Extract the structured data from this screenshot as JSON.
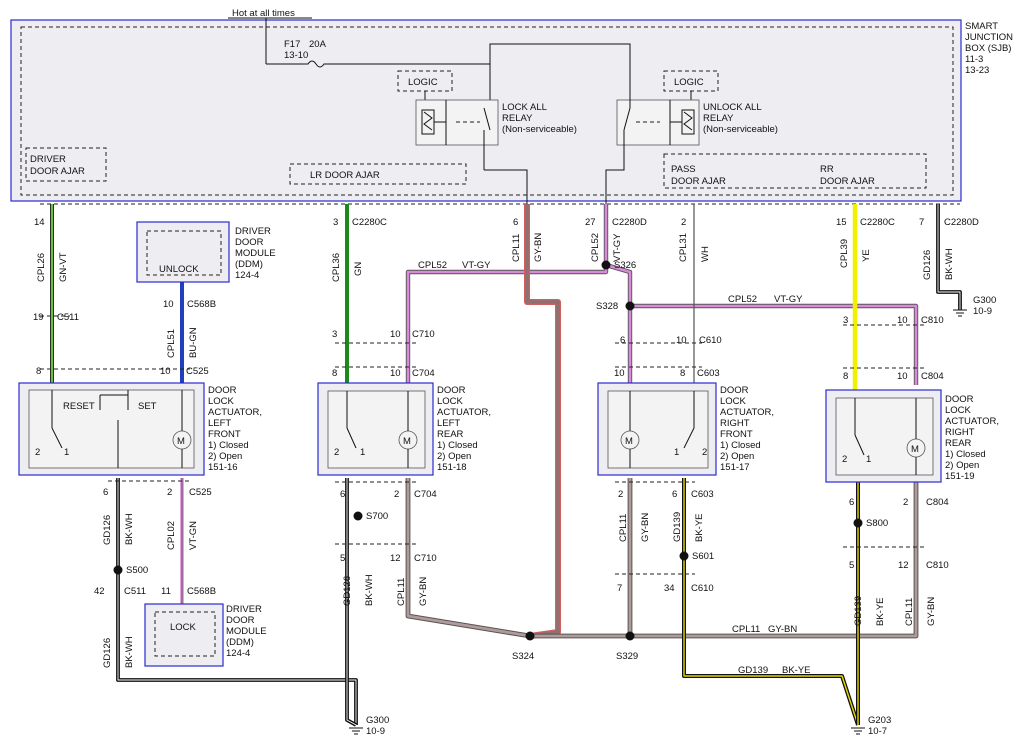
{
  "colors": {
    "border_blue": "#2a2ad0",
    "green": "#3a9a2a",
    "green_dark": "#1a7a1a",
    "blue": "#1f3fbf",
    "violet": "#cf6fcf",
    "brown": "#8f6f6f",
    "black": "#111111",
    "yellow": "#f0f000",
    "bk_ye": "#c8b400",
    "white_wire": "#9a9a9a"
  },
  "header": {
    "hot_at_all_times": "Hot at all times",
    "fuse_name": "F17",
    "fuse_rating": "20A",
    "fuse_ref": "13-10"
  },
  "sjb": {
    "line1": "SMART",
    "line2": "JUNCTION",
    "line3": "BOX (SJB)",
    "ref1": "11-3",
    "ref2": "13-23",
    "driver_door_ajar_1": "DRIVER",
    "driver_door_ajar_2": "DOOR AJAR",
    "lr_door_ajar": "LR DOOR AJAR",
    "pass_door_ajar_1": "PASS",
    "pass_door_ajar_2": "DOOR AJAR",
    "rr_door_ajar_1": "RR",
    "rr_door_ajar_2": "DOOR AJAR",
    "logic_left": "LOGIC",
    "logic_right": "LOGIC",
    "lock_relay_1": "LOCK ALL",
    "lock_relay_2": "RELAY",
    "lock_relay_3": "(Non-serviceable)",
    "unlock_relay_1": "UNLOCK ALL",
    "unlock_relay_2": "RELAY",
    "unlock_relay_3": "(Non-serviceable)"
  },
  "connectors": {
    "c2280c": "C2280C",
    "c2280d": "C2280D",
    "c511": "C511",
    "c568b": "C568B",
    "c525": "C525",
    "c710": "C710",
    "c704": "C704",
    "c610": "C610",
    "c603": "C603",
    "c810": "C810",
    "c804": "C804"
  },
  "pins": {
    "p14": "14",
    "p3": "3",
    "p6": "6",
    "p27": "27",
    "p2": "2",
    "p15": "15",
    "p7": "7",
    "p19": "19",
    "p10": "10",
    "p8": "8",
    "p1": "1",
    "p12": "12",
    "p5": "5",
    "p11": "11",
    "p42": "42",
    "p34": "34"
  },
  "wires": {
    "cpl26": "CPL26",
    "gn_vt": "GN-VT",
    "cpl36": "CPL36",
    "gn": "GN",
    "cpl11": "CPL11",
    "gy_bn": "GY-BN",
    "cpl52": "CPL52",
    "vt_gy": "VT-GY",
    "cpl31": "CPL31",
    "wh": "WH",
    "cpl39": "CPL39",
    "ye": "YE",
    "gd126": "GD126",
    "bk_wh": "BK-WH",
    "cpl51": "CPL51",
    "bu_gn": "BU-GN",
    "cpl02": "CPL02",
    "vt_gn": "VT-GN",
    "gd139": "GD139",
    "bk_ye": "BK-YE"
  },
  "splices": {
    "s326": "S326",
    "s328": "S328",
    "s324": "S324",
    "s329": "S329",
    "s500": "S500",
    "s601": "S601",
    "s700": "S700",
    "s800": "S800"
  },
  "grounds": {
    "g300": "G300",
    "g300_ref": "10-9",
    "g203": "G203",
    "g203_ref": "10-7"
  },
  "ddm": {
    "line1": "DRIVER",
    "line2": "DOOR",
    "line3": "MODULE",
    "line4": "(DDM)",
    "ref": "124-4",
    "unlock": "UNLOCK",
    "lock": "LOCK"
  },
  "actuators": {
    "line1": "DOOR",
    "line2": "LOCK",
    "line3": "ACTUATOR,",
    "left": "LEFT",
    "right": "RIGHT",
    "front": "FRONT",
    "rear": "REAR",
    "closed": "1) Closed",
    "open": "2) Open",
    "lf_ref": "151-16",
    "lr_ref": "151-18",
    "rf_ref": "151-17",
    "rr_ref": "151-19",
    "reset": "RESET",
    "set": "SET",
    "motor": "M"
  }
}
